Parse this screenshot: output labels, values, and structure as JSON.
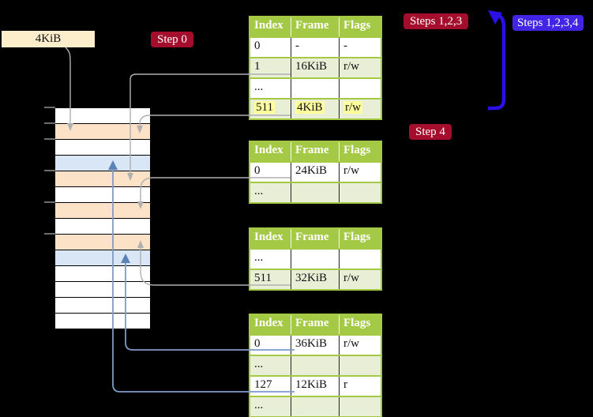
{
  "colors": {
    "bg": "#000000",
    "badge-red": "#a50d2d",
    "badge-blue": "#4124e4",
    "arrow-blue": "#2b10e6",
    "table-green": "#a4c944",
    "row-green": "#e9efd6",
    "frame-peach": "#fce3c8",
    "frame-blue": "#d9e6f5",
    "box-cream": "#fceecb",
    "hl-yellow": "#ffff9e",
    "conn-gray": "#b0b0b0",
    "conn-blue": "#7d9cc9",
    "head-blue": "#5d82b8",
    "tick-gray": "#8a8a8a"
  },
  "labels": {
    "page_size": "4KiB",
    "step0": "Step 0",
    "steps123": "Steps 1,2,3",
    "steps1234": "Steps 1,2,3,4",
    "step4": "Step 4"
  },
  "memory": {
    "frames": [
      "free",
      "pagetable",
      "free",
      "mapped",
      "pagetable",
      "free",
      "pagetable",
      "free",
      "pagetable",
      "mapped",
      "free",
      "free",
      "free",
      "free"
    ]
  },
  "tables": [
    {
      "headers": [
        "Index",
        "Frame",
        "Flags"
      ],
      "rows": [
        {
          "cells": [
            "0",
            "-",
            "-"
          ],
          "shade": "white",
          "hl": "no"
        },
        {
          "cells": [
            "1",
            "16KiB",
            "r/w"
          ],
          "shade": "green",
          "hl": "no"
        },
        {
          "cells": [
            "...",
            "",
            ""
          ],
          "shade": "white",
          "hl": "no"
        },
        {
          "cells": [
            "511",
            "4KiB",
            "r/w"
          ],
          "shade": "green",
          "hl": "yes"
        }
      ]
    },
    {
      "headers": [
        "Index",
        "Frame",
        "Flags"
      ],
      "rows": [
        {
          "cells": [
            "0",
            "24KiB",
            "r/w"
          ],
          "shade": "white",
          "hl": "no"
        },
        {
          "cells": [
            "...",
            "",
            ""
          ],
          "shade": "green",
          "hl": "no"
        }
      ]
    },
    {
      "headers": [
        "Index",
        "Frame",
        "Flags"
      ],
      "rows": [
        {
          "cells": [
            "...",
            "",
            ""
          ],
          "shade": "white",
          "hl": "no"
        },
        {
          "cells": [
            "511",
            "32KiB",
            "r/w"
          ],
          "shade": "green",
          "hl": "no"
        }
      ]
    },
    {
      "headers": [
        "Index",
        "Frame",
        "Flags"
      ],
      "rows": [
        {
          "cells": [
            "0",
            "36KiB",
            "r/w"
          ],
          "shade": "white",
          "hl": "no"
        },
        {
          "cells": [
            "...",
            "",
            ""
          ],
          "shade": "green",
          "hl": "no"
        },
        {
          "cells": [
            "127",
            "12KiB",
            "r"
          ],
          "shade": "white",
          "hl": "no"
        },
        {
          "cells": [
            "...",
            "",
            ""
          ],
          "shade": "green",
          "hl": "no"
        }
      ]
    }
  ]
}
